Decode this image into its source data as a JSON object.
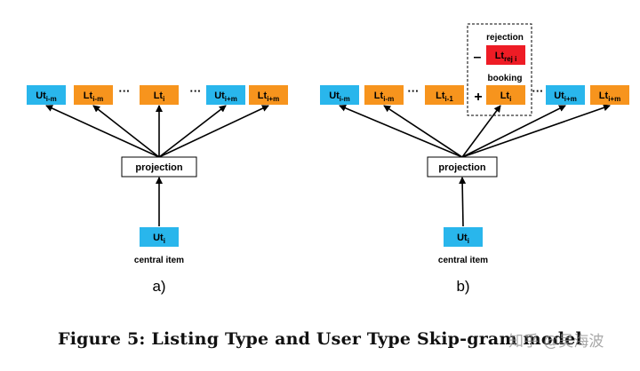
{
  "colors": {
    "user_type": "#29b6ec",
    "listing_type": "#f7941d",
    "rejection": "#ee1c25",
    "stroke": "#000000"
  },
  "diagram_a": {
    "nodes": [
      {
        "kind": "user",
        "base": "Ut",
        "sub": "i-m"
      },
      {
        "kind": "listing",
        "base": "Lt",
        "sub": "i-m"
      },
      {
        "kind": "dots",
        "text": "···"
      },
      {
        "kind": "listing",
        "base": "Lt",
        "sub": "i"
      },
      {
        "kind": "dots",
        "text": "···"
      },
      {
        "kind": "user",
        "base": "Ut",
        "sub": "i+m"
      },
      {
        "kind": "listing",
        "base": "Lt",
        "sub": "i+m"
      }
    ],
    "projection_label": "projection",
    "central": {
      "base": "Ut",
      "sub": "i"
    },
    "central_label": "central item",
    "panel_label": "a)"
  },
  "diagram_b": {
    "nodes": [
      {
        "kind": "user",
        "base": "Ut",
        "sub": "i-m"
      },
      {
        "kind": "listing",
        "base": "Lt",
        "sub": "i-m"
      },
      {
        "kind": "dots",
        "text": "···"
      },
      {
        "kind": "listing",
        "base": "Lt",
        "sub": "i-1"
      },
      {
        "kind": "dots",
        "text": "···"
      },
      {
        "kind": "user",
        "base": "Ut",
        "sub": "i+m"
      },
      {
        "kind": "listing",
        "base": "Lt",
        "sub": "i+m"
      }
    ],
    "rejection_label": "rejection",
    "rejection_node": {
      "base": "Lt",
      "sub": "rej i"
    },
    "minus": "–",
    "booking_label": "booking",
    "booking_node": {
      "base": "Lt",
      "sub": "i"
    },
    "plus": "+",
    "projection_label": "projection",
    "central": {
      "base": "Ut",
      "sub": "i"
    },
    "central_label": "central item",
    "panel_label": "b)"
  },
  "caption": "Figure 5: Listing Type and User Type Skip-gram model",
  "watermark": "知乎 @吴海波"
}
